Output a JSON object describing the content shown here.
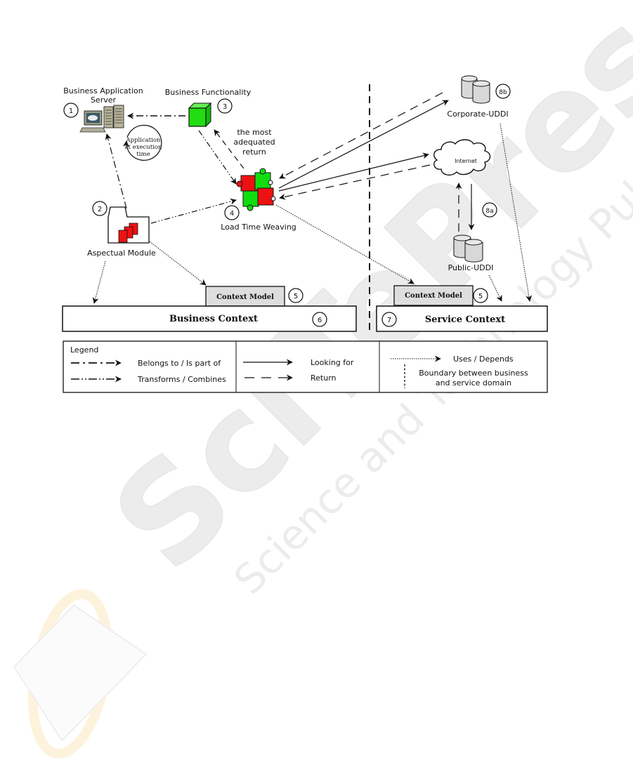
{
  "diagram": {
    "nodes": {
      "business_app_server": {
        "label_line1": "Business Application",
        "label_line2": "Server",
        "number": "1"
      },
      "aspectual_module": {
        "label": "Aspectual Module",
        "number": "2"
      },
      "business_functionality": {
        "label": "Business Functionality",
        "number": "3"
      },
      "load_time_weaving": {
        "label": "Load Time Weaving",
        "number": "4"
      },
      "context_model_business": {
        "label": "Context Model",
        "number": "5"
      },
      "context_model_service": {
        "label": "Context Model",
        "number": "5"
      },
      "business_context": {
        "label": "Business Context",
        "number": "6"
      },
      "service_context": {
        "label": "Service Context",
        "number": "7"
      },
      "internet": {
        "label": "Internet"
      },
      "public_uddi": {
        "label": "Public-UDDI",
        "number": "8a"
      },
      "corporate_uddi": {
        "label": "Corporate-UDDI",
        "number": "8b"
      }
    },
    "annotations": {
      "app_exec_line1": "Application",
      "app_exec_line2": "at execution",
      "app_exec_line3": "time",
      "adequated_line1": "the most",
      "adequated_line2": "adequated",
      "adequated_line3": "return"
    },
    "colors": {
      "cube_green": "#22dd11",
      "puzzle_red": "#ee1111",
      "puzzle_green": "#11dd11",
      "context_model_fill": "#dedede",
      "db_fill": "#d8d8d8"
    }
  },
  "legend": {
    "title": "Legend",
    "items": [
      {
        "style": "dash-dot",
        "label": "Belongs to / Is part of"
      },
      {
        "style": "dash-dot-dot",
        "label": "Transforms / Combines"
      },
      {
        "style": "solid",
        "label": "Looking for"
      },
      {
        "style": "dashed",
        "label": "Return"
      },
      {
        "style": "dotted",
        "label": "Uses / Depends"
      },
      {
        "style": "boundary",
        "label_line1": "Boundary between business",
        "label_line2": "and service domain"
      }
    ]
  },
  "watermark": {
    "publisher": "SciTePress",
    "tagline": "Science and Technology Publications"
  }
}
